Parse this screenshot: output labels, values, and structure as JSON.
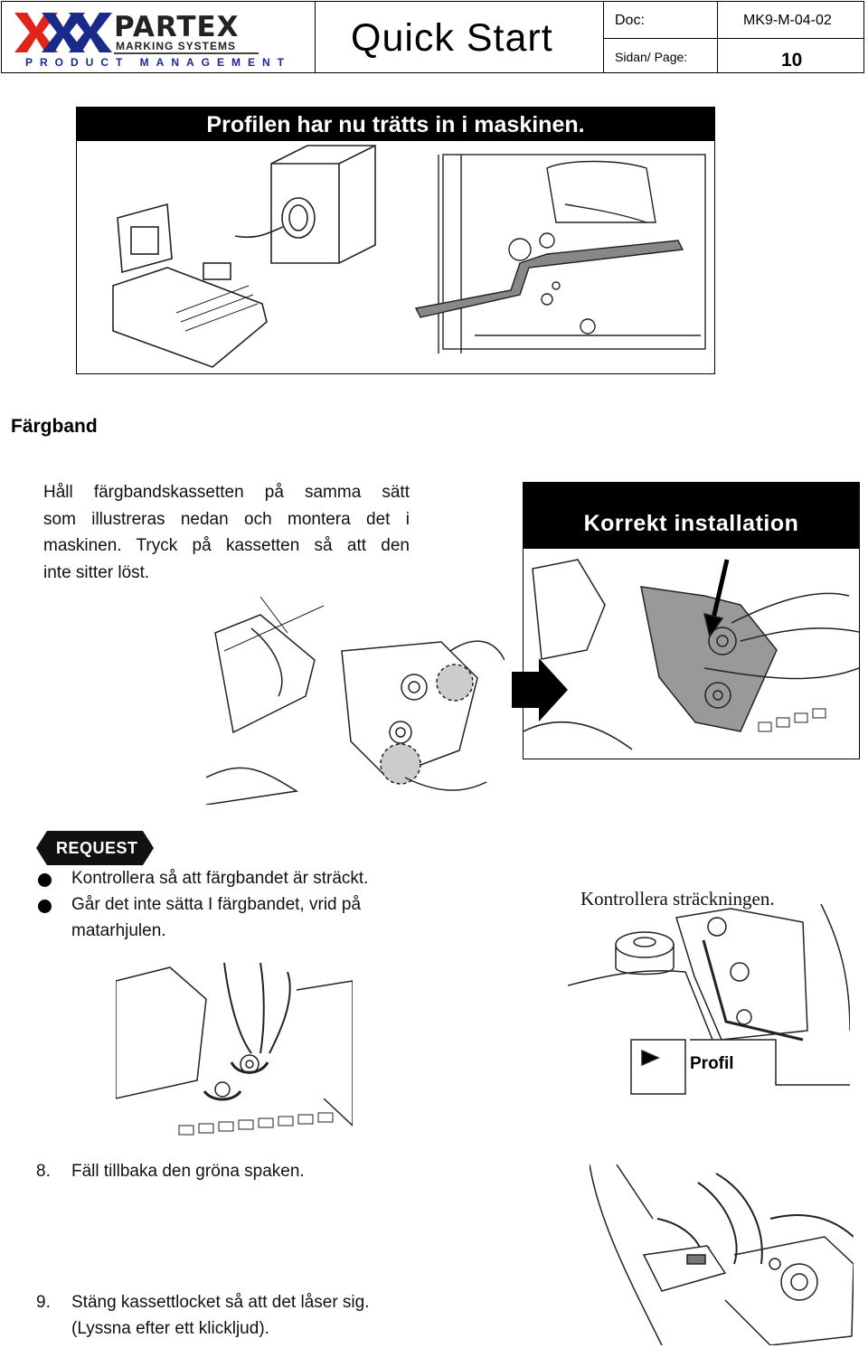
{
  "header": {
    "logo": {
      "brand": "PARTEX",
      "tagline": "MARKING SYSTEMS",
      "division": "PRODUCT MANAGEMENT"
    },
    "title": "Quick Start",
    "doc_label": "Doc:",
    "doc_value": "MK9-M-04-02",
    "page_label": "Sidan/ Page:",
    "page_value": "10"
  },
  "figure1": {
    "caption": "Profilen har nu trätts in i maskinen."
  },
  "ribbon_section": {
    "heading": "Färgband",
    "paragraph_lines": [
      "Håll färgbandskassetten på samma sätt",
      "som illustreras nedan och montera det i",
      "maskinen. Tryck på kassetten så att den",
      "inte sitter löst."
    ],
    "correct_caption": "Korrekt installation"
  },
  "request": {
    "badge": "REQUEST",
    "bullets": [
      "Kontrollera så att färgbandet är sträckt.",
      "Går det inte sätta I färgbandet, vrid på"
    ],
    "bullet2_cont": "matarhjulen.",
    "tension_caption": "Kontrollera sträckningen.",
    "profile_label": "Profil"
  },
  "steps": [
    {
      "num": "8.",
      "text": "Fäll tillbaka den gröna spaken."
    },
    {
      "num": "9.",
      "text": "Stäng kassettlocket så att det låser sig.",
      "text2": "(Lyssna efter ett klickljud)."
    }
  ]
}
